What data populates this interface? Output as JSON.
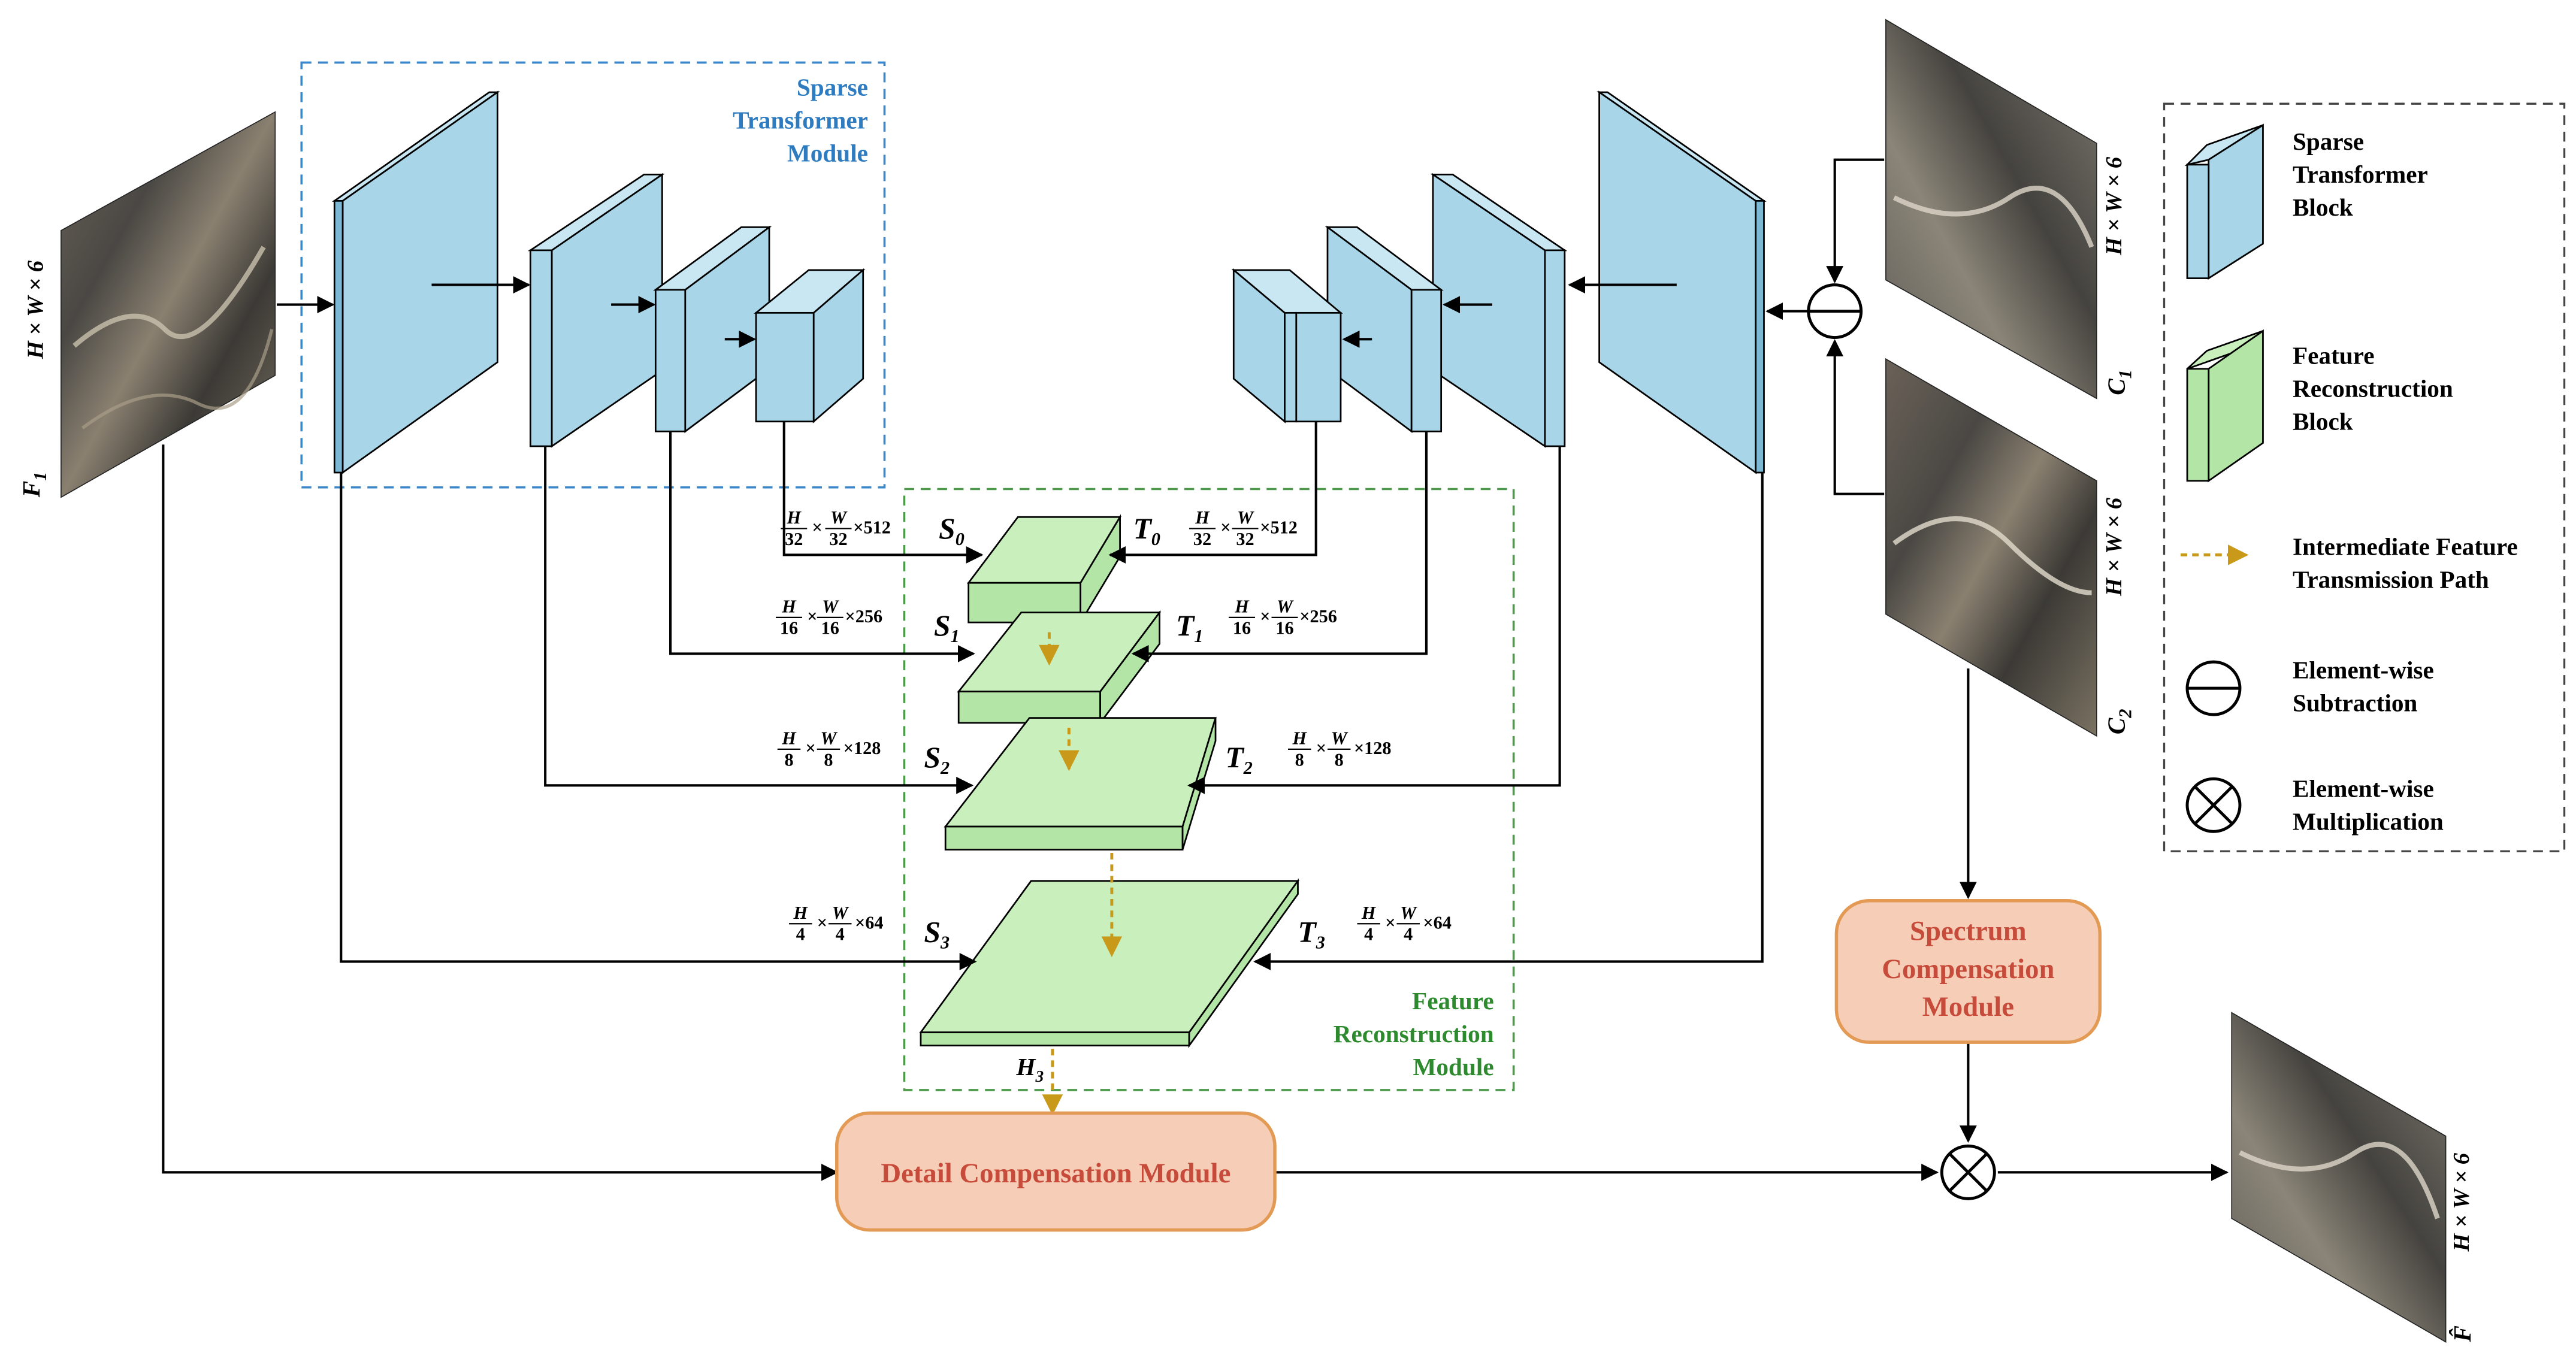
{
  "modules": {
    "sparse_transformer": [
      "Sparse",
      "Transformer",
      "Module"
    ],
    "feature_reconstruction": [
      "Feature",
      "Reconstruction",
      "Module"
    ],
    "spectrum_compensation": [
      "Spectrum",
      "Compensation",
      "Module"
    ],
    "detail_compensation": "Detail Compensation Module"
  },
  "images": {
    "f1": {
      "label": "F",
      "sub": "1",
      "size": "H × W × 6"
    },
    "c1": {
      "label": "C",
      "sub": "1",
      "size": "H × W × 6"
    },
    "c2": {
      "label": "C",
      "sub": "2",
      "size": "H × W × 6"
    },
    "fhat": {
      "label": "F̂",
      "size": "H × W × 6"
    }
  },
  "features": {
    "s": [
      {
        "sym": "S",
        "sub": "0",
        "num": "H",
        "den": "32",
        "num2": "W",
        "den2": "32",
        "ch": "×512"
      },
      {
        "sym": "S",
        "sub": "1",
        "num": "H",
        "den": "16",
        "num2": "W",
        "den2": "16",
        "ch": "×256"
      },
      {
        "sym": "S",
        "sub": "2",
        "num": "H",
        "den": "8",
        "num2": "W",
        "den2": "8",
        "ch": "×128"
      },
      {
        "sym": "S",
        "sub": "3",
        "num": "H",
        "den": "4",
        "num2": "W",
        "den2": "4",
        "ch": "×64"
      }
    ],
    "t": [
      {
        "sym": "T",
        "sub": "0",
        "num": "H",
        "den": "32",
        "num2": "W",
        "den2": "32",
        "ch": "×512"
      },
      {
        "sym": "T",
        "sub": "1",
        "num": "H",
        "den": "16",
        "num2": "W",
        "den2": "16",
        "ch": "×256"
      },
      {
        "sym": "T",
        "sub": "2",
        "num": "H",
        "den": "8",
        "num2": "W",
        "den2": "8",
        "ch": "×128"
      },
      {
        "sym": "T",
        "sub": "3",
        "num": "H",
        "den": "4",
        "num2": "W",
        "den2": "4",
        "ch": "×64"
      }
    ],
    "h3": {
      "sym": "H",
      "sub": "3"
    }
  },
  "legend": {
    "items": [
      {
        "kind": "sparse-block",
        "lines": [
          "Sparse",
          "Transformer",
          "Block"
        ]
      },
      {
        "kind": "feature-block",
        "lines": [
          "Feature",
          "Reconstruction",
          "Block"
        ]
      },
      {
        "kind": "dashed-arrow",
        "lines": [
          "Intermediate Feature",
          "Transmission Path"
        ]
      },
      {
        "kind": "subtraction",
        "lines": [
          "Element-wise",
          "Subtraction"
        ]
      },
      {
        "kind": "multiplication",
        "lines": [
          "Element-wise",
          "Multiplication"
        ]
      }
    ]
  },
  "colors": {
    "blue_face": "#a9d5e8",
    "blue_side": "#c9e7f3",
    "green_face": "#b3e6a6",
    "green_side": "#c8efbc",
    "module_blue_text": "#2e7bbf",
    "module_blue_border": "#3a86c8",
    "module_green_text": "#2e8a2e",
    "module_green_border": "#4a9a4a",
    "orange_fill": "#f6cdb6",
    "orange_border": "#e39a55",
    "orange_text": "#c64b3a",
    "path_orange": "#c99a1a"
  }
}
